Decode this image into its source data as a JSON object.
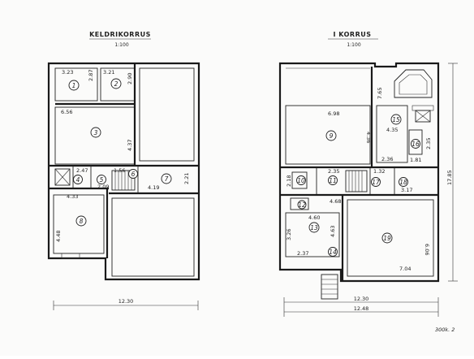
{
  "basement": {
    "title": "KELDRIKORRUS",
    "scale": "1:100",
    "rooms": [
      "1",
      "2",
      "3",
      "4",
      "5",
      "6",
      "7",
      "8"
    ],
    "dims": {
      "r1w": "3.23",
      "r1h": "2.87",
      "r2w": "3.21",
      "r2h": "2.90",
      "r3w": "6.56",
      "r3h": "4.37",
      "d5a": "2.47",
      "d5b": "2.09",
      "d6": "1.56",
      "d7a": "4.19",
      "d7b": "2.21",
      "d8a": "4.33",
      "d8b": "4.48",
      "total": "12.30"
    }
  },
  "ground": {
    "title": "I KORRUS",
    "scale": "1:100",
    "rooms": [
      "9",
      "10",
      "11",
      "12",
      "13",
      "14",
      "15",
      "16",
      "17",
      "18",
      "19"
    ],
    "dims": {
      "r9w": "6.98",
      "r9h": "4.36",
      "d15a": "7.65",
      "d15b": "4.35",
      "d16": "2.35",
      "d16b": "2.36",
      "d16c": "1.81",
      "d10": "2.18",
      "d11": "2.35",
      "d17": "1.32",
      "d18": "3.17",
      "d12": "4.60",
      "d12b": "4.68",
      "d13": "3.26",
      "d13b": "4.63",
      "d14": "2.37",
      "d19a": "6.06",
      "d19b": "7.04",
      "right": "17.85",
      "total1": "12.30",
      "total2": "12.48"
    }
  },
  "sheet_code": "300k. 2"
}
